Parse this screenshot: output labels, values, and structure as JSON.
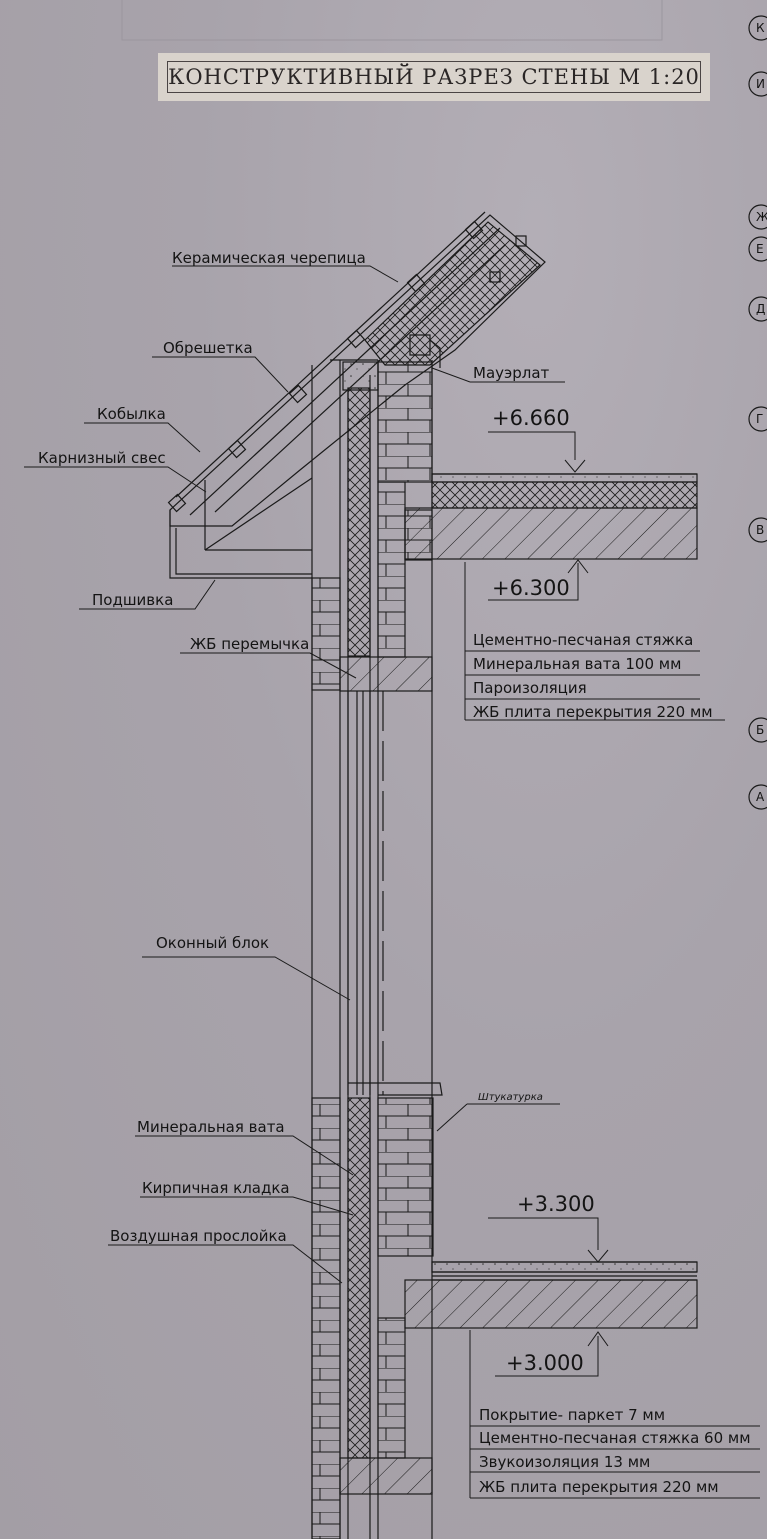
{
  "title": "КОНСТРУКТИВНЫЙ РАЗРЕЗ СТЕНЫ  М 1:20",
  "labels": {
    "tile": "Керамическая черепица",
    "lathing": "Обрешетка",
    "filly": "Кобылка",
    "eave": "Карнизный свес",
    "soffit": "Подшивка",
    "mauerlat": "Мауэрлат",
    "lintel": "ЖБ перемычка",
    "window": "Оконный блок",
    "plaster": "Штукатурка",
    "mineral_wool": "Минеральная вата",
    "brick": "Кирпичная кладка",
    "air_gap": "Воздушная прослойка"
  },
  "levels": {
    "upper_top": "+6.660",
    "upper_bottom": "+6.300",
    "lower_top": "+3.300",
    "lower_bottom": "+3.000"
  },
  "roof_slab_layers": [
    "Цементно-песчаная стяжка",
    "Минеральная вата 100 мм",
    "Пароизоляция",
    "ЖБ плита перекрытия 220 мм"
  ],
  "floor_slab_layers": [
    "Покрытие- паркет 7 мм",
    "Цементно-песчаная стяжка 60 мм",
    "Звукоизоляция 13 мм",
    "ЖБ плита перекрытия 220 мм"
  ],
  "axis_marks": [
    "К",
    "И",
    "Ж",
    "Е",
    "Д",
    "Г",
    "В",
    "Б",
    "А"
  ]
}
